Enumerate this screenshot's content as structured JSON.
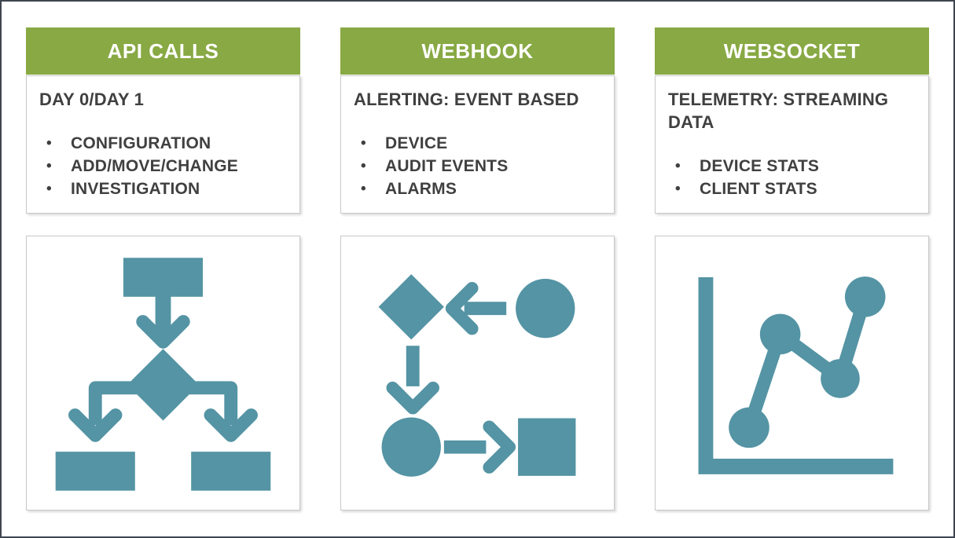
{
  "colors": {
    "header_green": "#88a944",
    "header_text": "#ffffff",
    "icon_teal": "#5494a4",
    "text_dark": "#404040",
    "box_border": "#c8c8c8",
    "frame_border": "#3e4550"
  },
  "columns": [
    {
      "header": "API CALLS",
      "subtitle": "DAY 0/DAY 1",
      "bullets": [
        "CONFIGURATION",
        "ADD/MOVE/CHANGE",
        "INVESTIGATION"
      ],
      "icon": "flowchart-hierarchy-icon"
    },
    {
      "header": "WEBHOOK",
      "subtitle": "ALERTING: EVENT BASED",
      "bullets": [
        "DEVICE",
        "AUDIT EVENTS",
        "ALARMS"
      ],
      "icon": "process-flow-icon"
    },
    {
      "header": "WEBSOCKET",
      "subtitle": "TELEMETRY: STREAMING DATA",
      "bullets": [
        "DEVICE STATS",
        "CLIENT STATS"
      ],
      "icon": "line-chart-icon"
    }
  ]
}
